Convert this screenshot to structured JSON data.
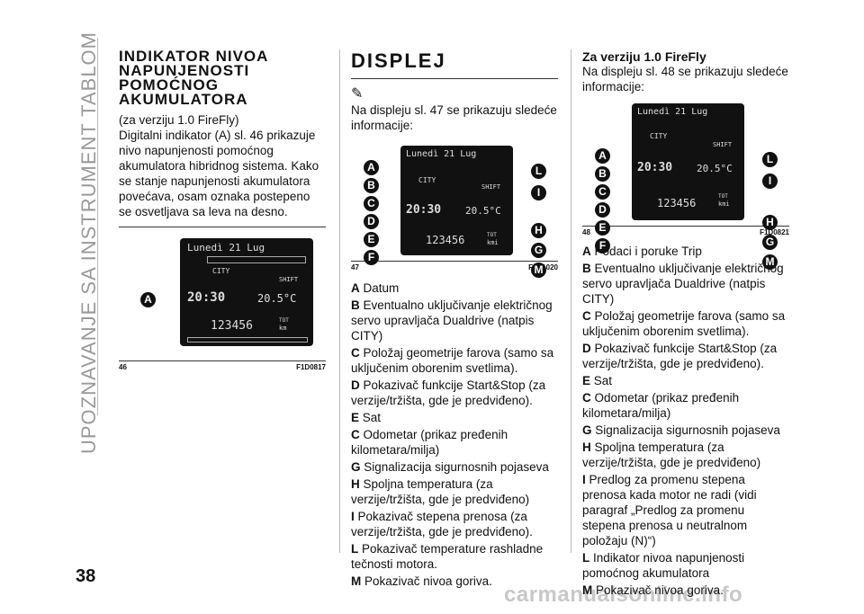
{
  "sidebar_title": "UPOZNAVANJE SA INSTRUMENT TABLOM",
  "page_number": "38",
  "watermark": "carmanualsonline.info",
  "col1": {
    "heading": "INDIKATOR NIVOA NAPUNJENOSTI POMOĆNOG AKUMULATORA",
    "version": "(za verziju 1.0 FireFly)",
    "body": "Digitalni indikator (A) sl. 46 prikazuje nivo napunjenosti pomoćnog akumulatora hibridnog sistema. Kako se stanje napunjenosti akumulatora povećava, osam oznaka postepeno se osvetljava sa leva na desno.",
    "fig_num": "46",
    "fig_code": "F1D0817",
    "lcd": {
      "date": "Lunedì 21 Lug",
      "city": "CITY",
      "shift": "SHIFT",
      "time": "20:30",
      "temp": "20.5°C",
      "odo": "123456",
      "tot": "TOT",
      "unit": "km"
    },
    "labels": [
      "A"
    ]
  },
  "col2": {
    "heading": "DISPLEJ",
    "intro": "Na displeju sl. 47 se prikazuju sledeće informacije:",
    "fig_num": "47",
    "fig_code": "F1D1020",
    "lcd": {
      "date": "Lunedì 21 Lug",
      "city": "CITY",
      "shift": "SHIFT",
      "time": "20:30",
      "temp": "20.5°C",
      "odo": "123456",
      "tot": "TOT",
      "unit": "kmi"
    },
    "labels_left": [
      "A",
      "B",
      "C",
      "D",
      "E",
      "F"
    ],
    "labels_right": [
      "L",
      "I",
      "H",
      "G",
      "M"
    ],
    "items": [
      {
        "k": "A",
        "t": "Datum"
      },
      {
        "k": "B",
        "t": "Eventualno uključivanje električnog servo upravljača Dualdrive (natpis CITY)"
      },
      {
        "k": "C",
        "t": "Položaj geometrije farova (samo sa uključenim oborenim svetlima)."
      },
      {
        "k": "D",
        "t": "Pokazivač funkcije Start&Stop (za verzije/tržišta, gde je predviđeno)."
      },
      {
        "k": "E",
        "t": "Sat"
      },
      {
        "k": "C",
        "t": "Odometar (prikaz pređenih kilometara/milja)"
      },
      {
        "k": "G",
        "t": "Signalizacija sigurnosnih pojaseva"
      },
      {
        "k": "H",
        "t": "Spoljna temperatura (za verzije/tržišta, gde je predviđeno)"
      },
      {
        "k": "I",
        "t": "Pokazivač stepena prenosa (za verzije/tržišta, gde je predviđeno)."
      },
      {
        "k": "L",
        "t": "Pokazivač temperature rashladne tečnosti motora."
      },
      {
        "k": "M",
        "t": "Pokazivač nivoa goriva."
      }
    ]
  },
  "col3": {
    "heading": "Za verziju 1.0 FireFly",
    "intro": "Na displeju sl. 48 se prikazuju sledeće informacije:",
    "fig_num": "48",
    "fig_code": "F1D0821",
    "lcd": {
      "date": "Lunedì 21 Lug",
      "city": "CITY",
      "shift": "SHIFT",
      "time": "20:30",
      "temp": "20.5°C",
      "odo": "123456",
      "tot": "TOT",
      "unit": "kmi"
    },
    "labels_left": [
      "A",
      "B",
      "C",
      "D",
      "E",
      "F"
    ],
    "labels_right": [
      "L",
      "I",
      "H",
      "G",
      "M"
    ],
    "items": [
      {
        "k": "A",
        "t": "Podaci i poruke Trip"
      },
      {
        "k": "B",
        "t": "Eventualno uključivanje električnog servo upravljača Dualdrive (natpis CITY)"
      },
      {
        "k": "C",
        "t": "Položaj geometrije farova (samo sa uključenim oborenim svetlima)."
      },
      {
        "k": "D",
        "t": "Pokazivač funkcije Start&Stop (za verzije/tržišta, gde je predviđeno)."
      },
      {
        "k": "E",
        "t": "Sat"
      },
      {
        "k": "C",
        "t": "Odometar (prikaz pređenih kilometara/milja)"
      },
      {
        "k": "G",
        "t": "Signalizacija sigurnosnih pojaseva"
      },
      {
        "k": "H",
        "t": "Spoljna temperatura (za verzije/tržišta, gde je predviđeno)"
      },
      {
        "k": "I",
        "t": "Predlog za promenu stepena prenosa kada motor ne radi (vidi paragraf „Predlog za promenu stepena prenosa u neutralnom položaju (N)“)"
      },
      {
        "k": "L",
        "t": "Indikator nivoa napunjenosti pomoćnog akumulatora"
      },
      {
        "k": "M",
        "t": "Pokazivač nivoa goriva."
      }
    ]
  }
}
